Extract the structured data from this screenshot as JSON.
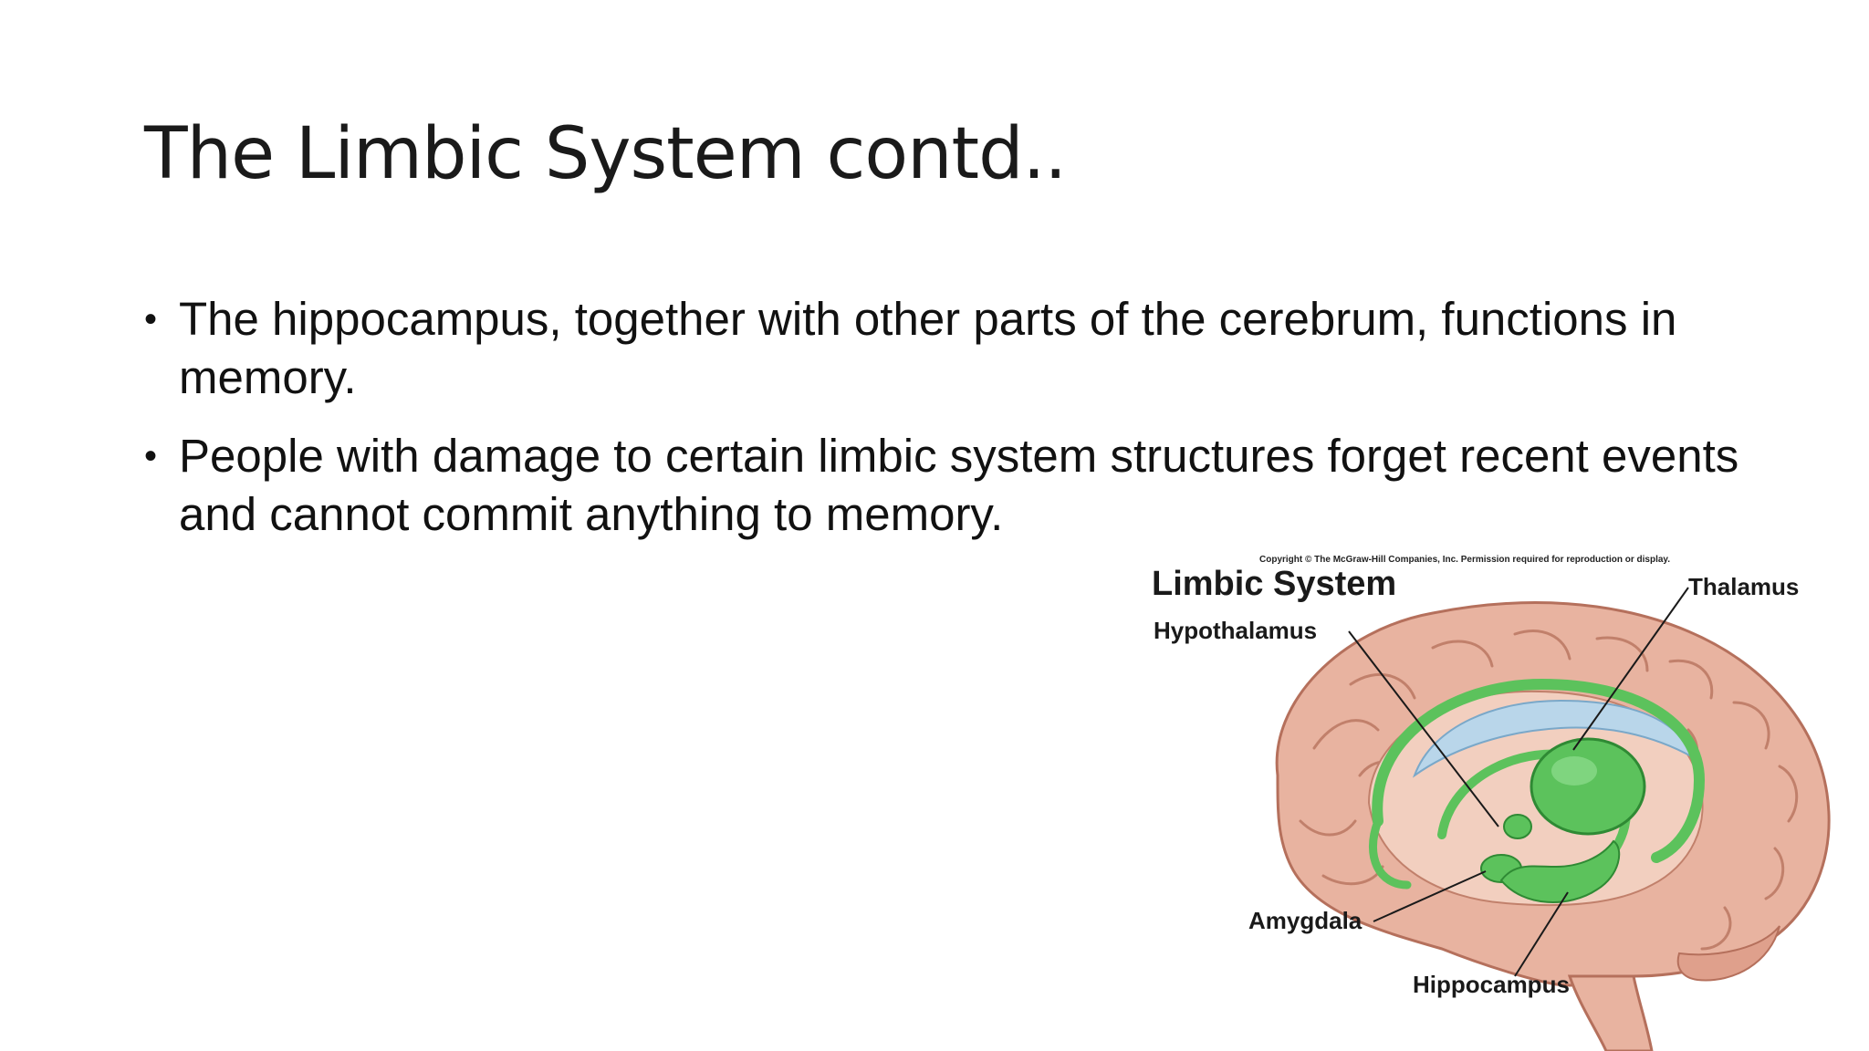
{
  "slide": {
    "title": "The Limbic System contd..",
    "bullets": [
      {
        "marker": "•",
        "text": "The hippocampus, together with other parts of the cerebrum, functions in memory."
      },
      {
        "marker": "•",
        "text": "People with damage to certain limbic system structures forget recent events and cannot commit anything to memory."
      }
    ]
  },
  "figure": {
    "copyright": "Copyright © The McGraw-Hill Companies, Inc. Permission required for reproduction or display.",
    "title": "Limbic System",
    "labels": {
      "hypothalamus": "Hypothalamus",
      "thalamus": "Thalamus",
      "amygdala": "Amygdala",
      "hippocampus": "Hippocampus"
    },
    "colors": {
      "brain": "#e8b3a0",
      "brain_outline": "#b5705c",
      "limbic": "#5cc25c",
      "ventricle": "#b9d6ea"
    }
  }
}
